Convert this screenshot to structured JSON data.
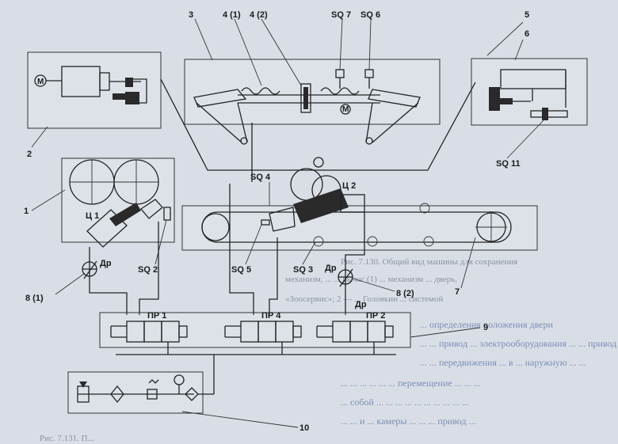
{
  "labels": {
    "l3": "3",
    "l4_1": "4 (1)",
    "l4_2": "4 (2)",
    "sq7": "SQ 7",
    "sq6": "SQ 6",
    "l5": "5",
    "l6": "6",
    "l2": "2",
    "l1": "1",
    "c1": "Ц 1",
    "c2": "Ц 2",
    "sq4": "SQ 4",
    "sq5": "SQ 5",
    "sq2": "SQ 2",
    "sq3": "SQ 3",
    "sq11": "SQ 11",
    "l8_1": "8 (1)",
    "l8_2": "8 (2)",
    "dr1": "Др",
    "dr2": "Др",
    "dr3": "Др",
    "l7": "7",
    "pr1": "ПР 1",
    "pr4": "ПР 4",
    "pr2": "ПР 2",
    "l9": "9",
    "l10": "10",
    "motor": "M",
    "motor2": "M"
  },
  "background_text": {
    "line1": "Рис. 7.130. Общий вид машины для сохранения",
    "line2": "механизм, ... ... рычаг (1) ... механизм ... дверь,",
    "line3": "«Зоосервис»; 2 — ... Головкин ... системой",
    "line4": "... определения положения двери",
    "line5": "... ... привод ... электрооборудования ... ... привод",
    "line6": "... ... передвижения ... в ... наружную ... ...",
    "line7": "... ... ... ... ... ... перемещение ... ... ...",
    "line8": "... собой ... ... ... ... ... ... ... ... ... ...",
    "line9": "... ... и ... камеры ... ... ... привод ...",
    "footer": "Рис. 7.131. П..."
  },
  "colors": {
    "background": "#d9dee6",
    "ink": "#222222",
    "ghost_text": "#8a93a4"
  }
}
